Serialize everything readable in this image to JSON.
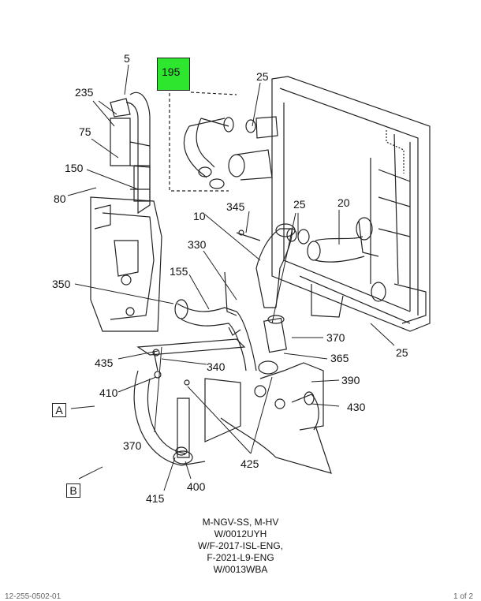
{
  "highlighted_callout": "195",
  "callouts": [
    "5",
    "235",
    "75",
    "150",
    "80",
    "25",
    "10",
    "345",
    "25",
    "20",
    "330",
    "155",
    "350",
    "370",
    "25",
    "435",
    "340",
    "365",
    "410",
    "390",
    "430",
    "370",
    "425",
    "415",
    "400"
  ],
  "views": [
    "A",
    "B"
  ],
  "notes": [
    "M-NGV-SS, M-HV",
    "W/0012UYH",
    "W/F-2017-ISL-ENG,",
    "F-2021-L9-ENG",
    "W/0013WBA"
  ],
  "footer": {
    "left": "12-255-0502-01",
    "right": "1 of 2"
  },
  "colors": {
    "highlight": "#2ee62e",
    "line": "#222222"
  }
}
